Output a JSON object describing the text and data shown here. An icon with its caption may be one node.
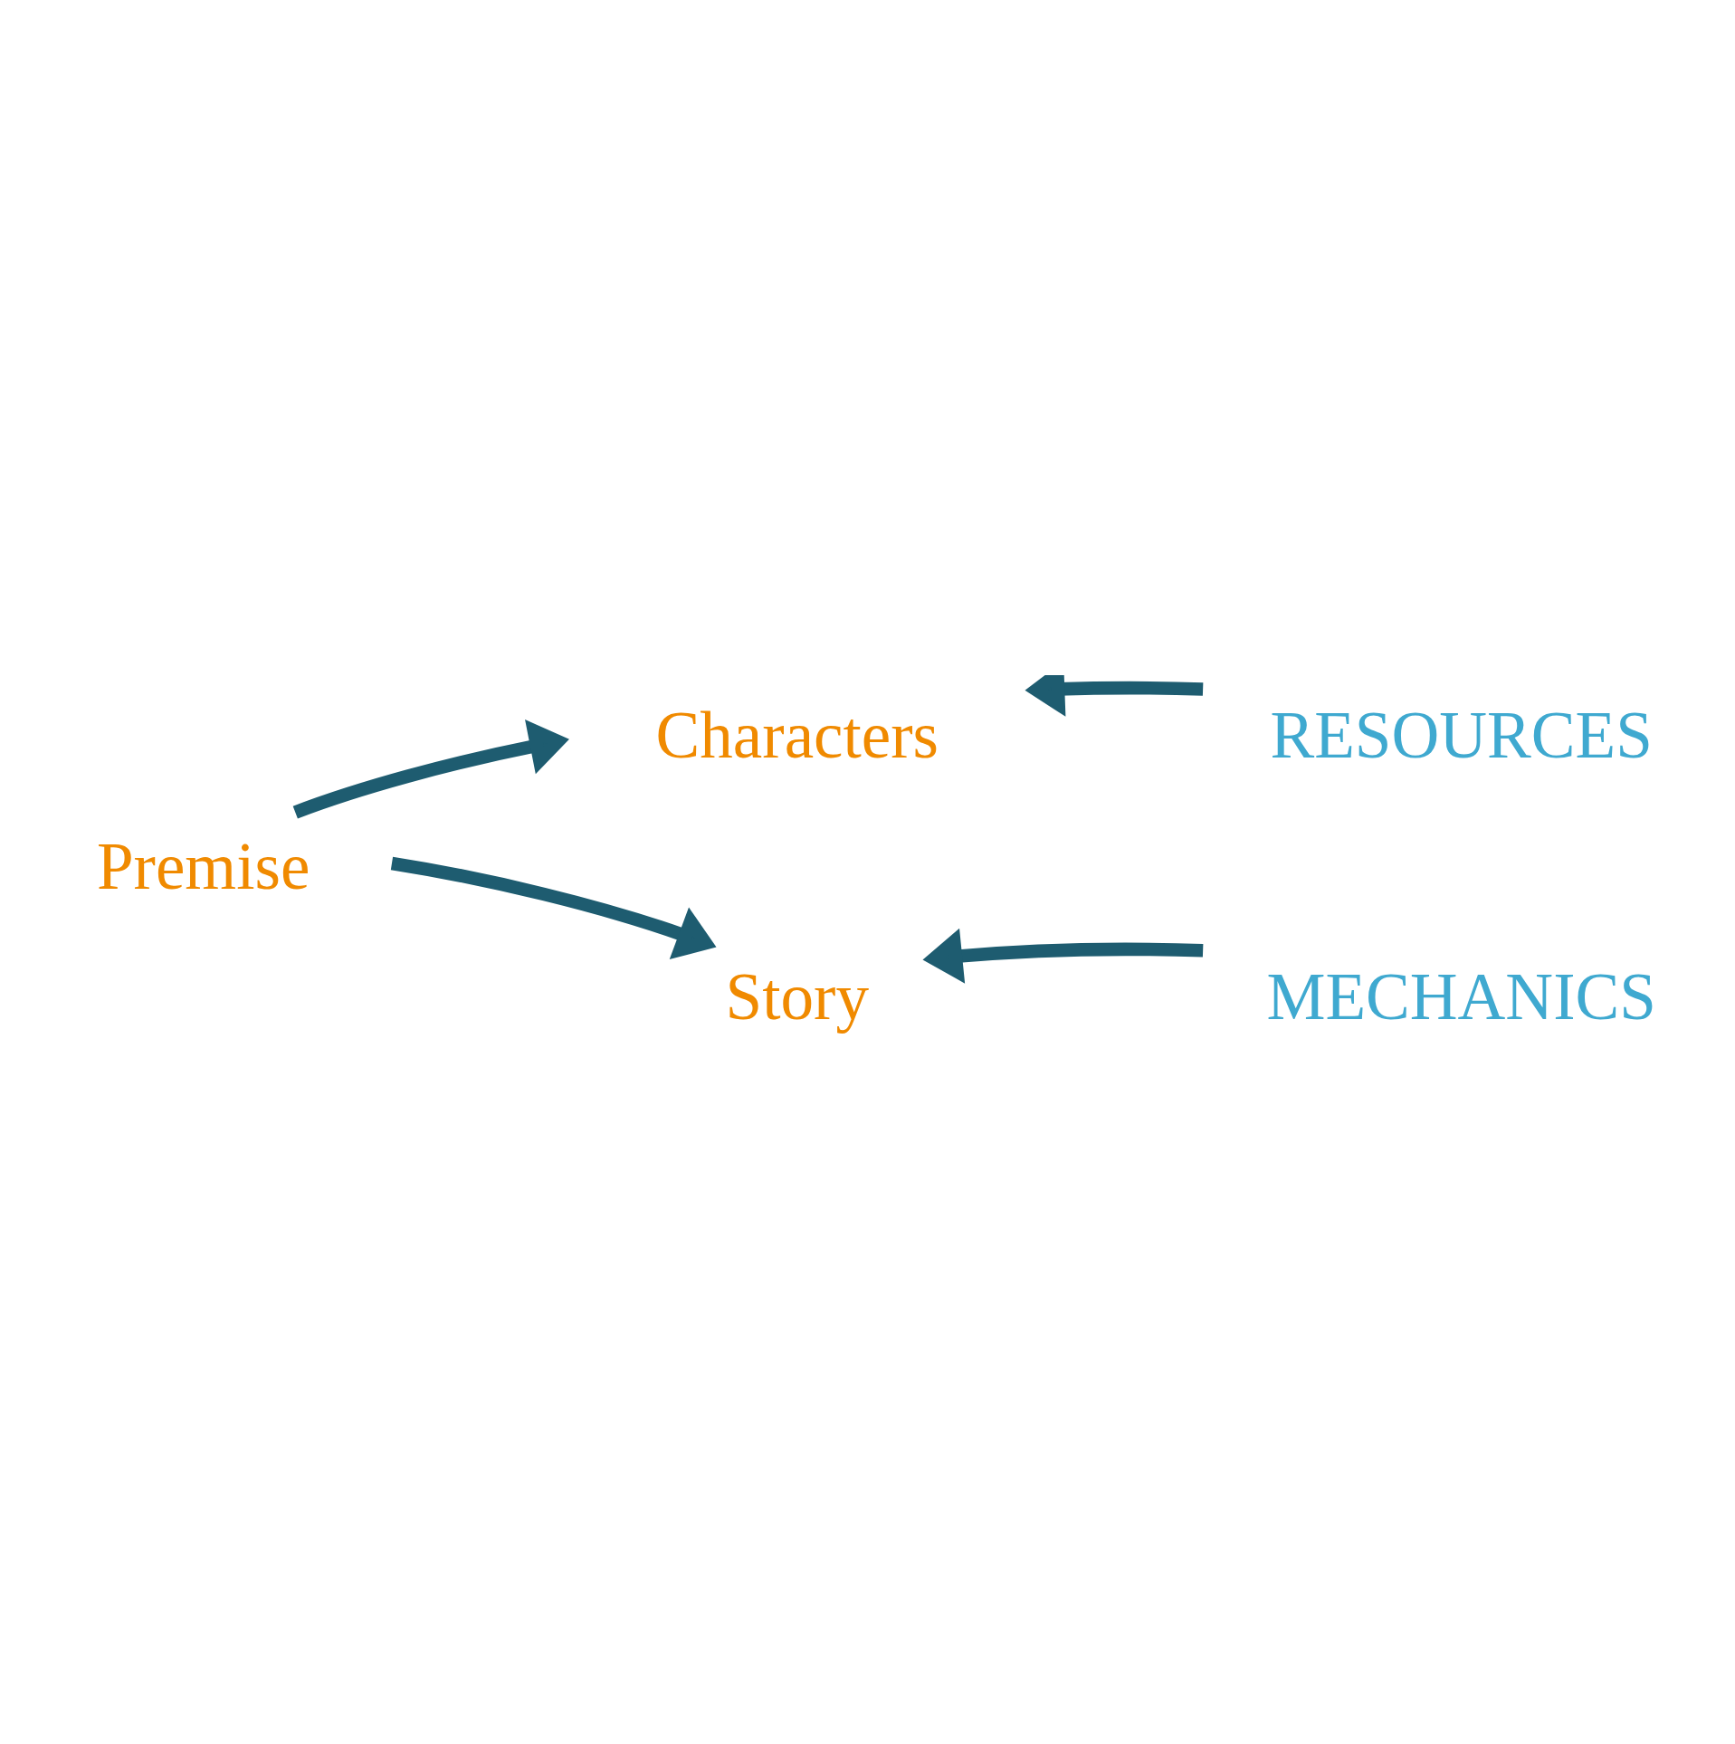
{
  "diagram": {
    "nodes": [
      {
        "text": [
          "Premise"
        ]
      },
      {
        "text": [
          "Characters"
        ]
      },
      {
        "text": [
          "Story"
        ]
      },
      {
        "text": [
          "RESOURCES"
        ]
      },
      {
        "text": [
          "MECHANICS"
        ]
      }
    ],
    "edges": [
      {
        "from": 0,
        "to": 1,
        "arrow": "to"
      },
      {
        "from": 0,
        "to": 2,
        "arrow": "to"
      },
      {
        "from": 3,
        "to": 1,
        "arrow": "to"
      },
      {
        "from": 4,
        "to": 2,
        "arrow": "to"
      }
    ]
  }
}
